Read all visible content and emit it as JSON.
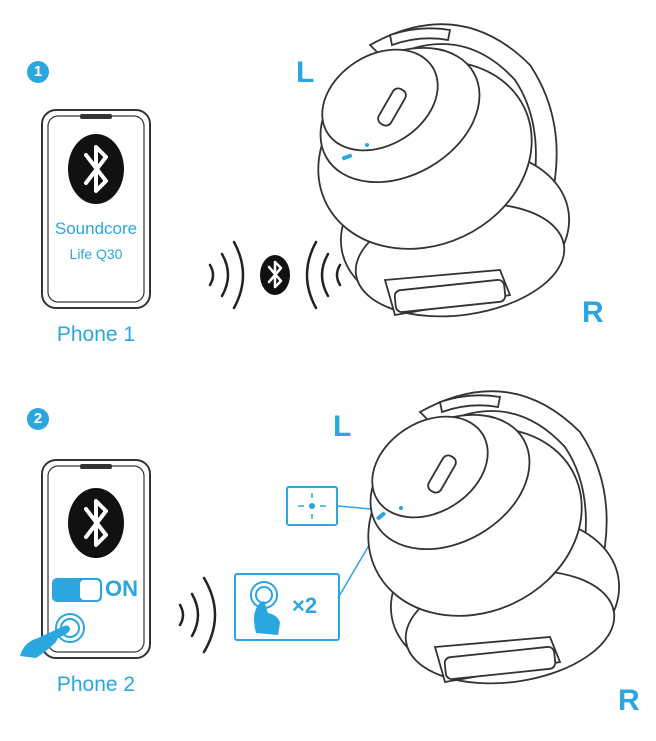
{
  "colors": {
    "accent": "#2aa7de",
    "line": "#333333",
    "fill": "#ffffff"
  },
  "step1": {
    "badge": "1",
    "phone": {
      "brand": "Soundcore",
      "model": "Life Q30",
      "caption": "Phone 1",
      "icon": "bluetooth-icon"
    },
    "signal_icon": "bluetooth-icon",
    "left_label": "L",
    "right_label": "R"
  },
  "step2": {
    "badge": "2",
    "phone": {
      "toggle_label": "ON",
      "caption": "Phone 2",
      "icon": "bluetooth-icon"
    },
    "press_multiplier": "×2",
    "left_label": "L",
    "right_label": "R"
  }
}
